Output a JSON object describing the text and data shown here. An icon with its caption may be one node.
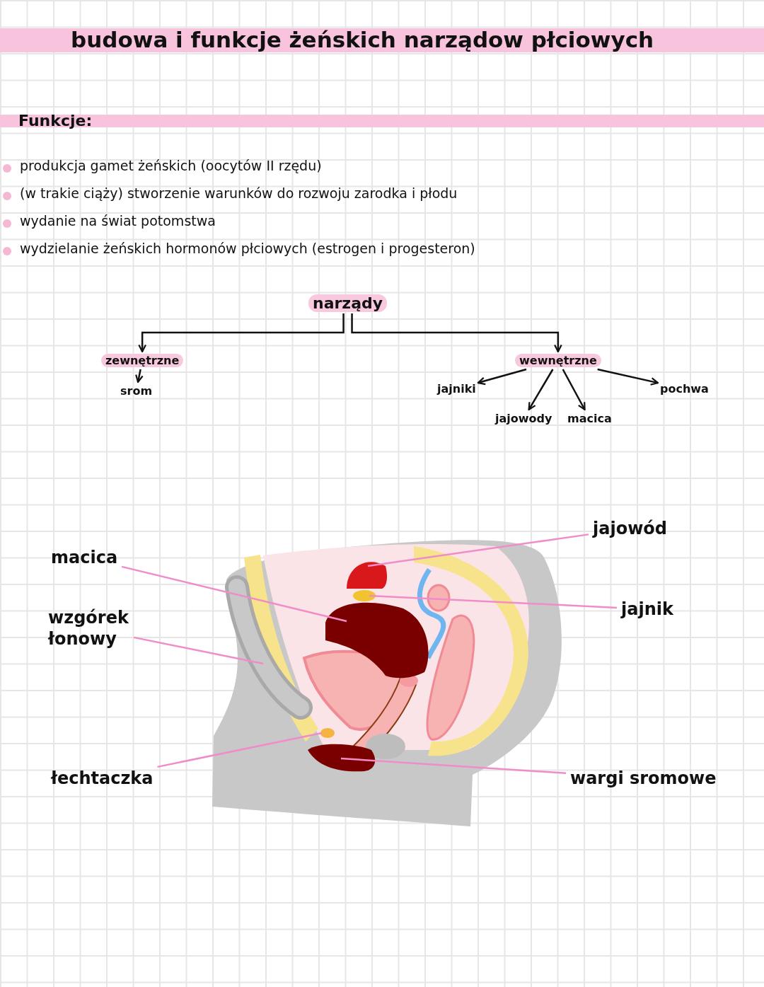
{
  "diagram": {
    "title": "budowa i funkcje żeńskich narządow płciowych",
    "nodes": [
      {
        "text": [
          "narządy"
        ]
      },
      {
        "text": [
          "zewnętrzne"
        ]
      },
      {
        "text": [
          "srom"
        ]
      },
      {
        "text": [
          "wewnętrzne"
        ]
      },
      {
        "text": [
          "jajniki"
        ]
      },
      {
        "text": [
          "jajowody"
        ]
      },
      {
        "text": [
          "macica"
        ]
      },
      {
        "text": [
          "pochwa"
        ]
      },
      {
        "text": [
          "macica"
        ]
      },
      {
        "text": [
          "wzgórek łonowy"
        ]
      },
      {
        "text": [
          "łechtaczka"
        ]
      },
      {
        "text": [
          "jajowód"
        ]
      },
      {
        "text": [
          "jajnik"
        ]
      },
      {
        "text": [
          "wargi sromowe"
        ]
      },
      {
        "text": [],
        "shape": "picture"
      },
      {
        "text": [],
        "shape": "circle"
      },
      {
        "text": [],
        "shape": "picture"
      },
      {
        "text": [],
        "shape": "picture"
      },
      {
        "text": [],
        "shape": "picture"
      },
      {
        "text": [],
        "shape": "circle"
      }
    ],
    "edges": [
      {
        "from": 0,
        "to": 1,
        "arrow": "to"
      },
      {
        "from": 0,
        "to": 3,
        "arrow": "to"
      },
      {
        "from": 1,
        "to": 2,
        "arrow": "to"
      },
      {
        "from": 3,
        "to": 4,
        "arrow": "to"
      },
      {
        "from": 3,
        "to": 5,
        "arrow": "to"
      },
      {
        "from": 3,
        "to": 6,
        "arrow": "to"
      },
      {
        "from": 3,
        "to": 7,
        "arrow": "to"
      },
      {
        "from": 8,
        "to": 17,
        "arrow": "none",
        "color": "#f08cc8"
      },
      {
        "from": 9,
        "to": 14,
        "arrow": "none",
        "color": "#f08cc8"
      },
      {
        "from": 10,
        "to": 15,
        "arrow": "none",
        "color": "#f08cc8"
      },
      {
        "from": 11,
        "to": 18,
        "arrow": "none",
        "color": "#f08cc8"
      },
      {
        "from": 12,
        "to": 19,
        "arrow": "none",
        "color": "#f08cc8"
      },
      {
        "from": 13,
        "to": 16,
        "arrow": "none",
        "color": "#f08cc8"
      }
    ],
    "labels": [
      "Funkcje:",
      "produkcja gamet żeńskich (oocytów II rzędu)",
      "(w trakie ciąży) stworzenie warunków do rozwoju zarodka i płodu",
      "wydanie na świat potomstwa",
      "wydzielanie żeńskich hormonów płciowych (estrogen i progesteron)"
    ]
  }
}
